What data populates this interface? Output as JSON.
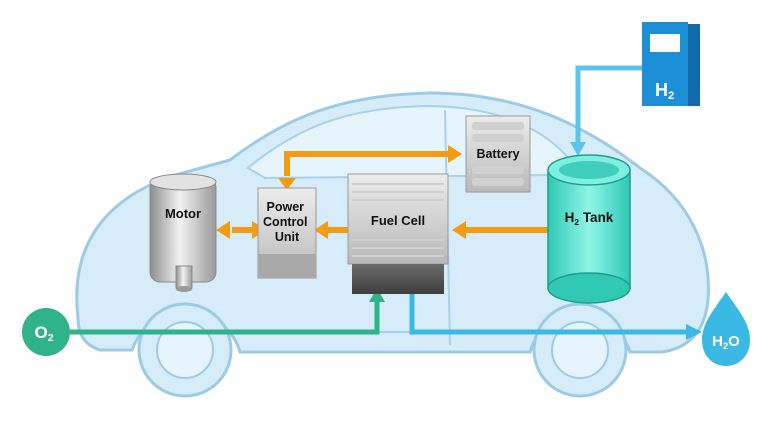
{
  "labels": {
    "motor": "Motor",
    "pcu_line1": "Power",
    "pcu_line2": "Control",
    "pcu_line3": "Unit",
    "fuel_cell": "Fuel Cell",
    "battery": "Battery",
    "tank_prefix": "H",
    "tank_sub": "2",
    "tank_suffix": " Tank",
    "station_main": "H",
    "station_sub": "2",
    "oxygen_main": "O",
    "oxygen_sub": "2",
    "water_main": "H",
    "water_sub": "2",
    "water_suffix": "O"
  },
  "colors": {
    "car_fill": "#d6ecf8",
    "car_stroke": "#9ccbe6",
    "arrow_energy": "#f39c12",
    "hydrogen_line": "#5cc3ea",
    "oxygen_line": "#2fb389",
    "water_drop": "#3ab9e4",
    "tank": "#4be3cf",
    "station": "#1d8fd6"
  },
  "icons": {
    "station": "hydrogen-station-icon",
    "oxygen": "oxygen-badge-icon",
    "water": "water-drop-icon"
  }
}
